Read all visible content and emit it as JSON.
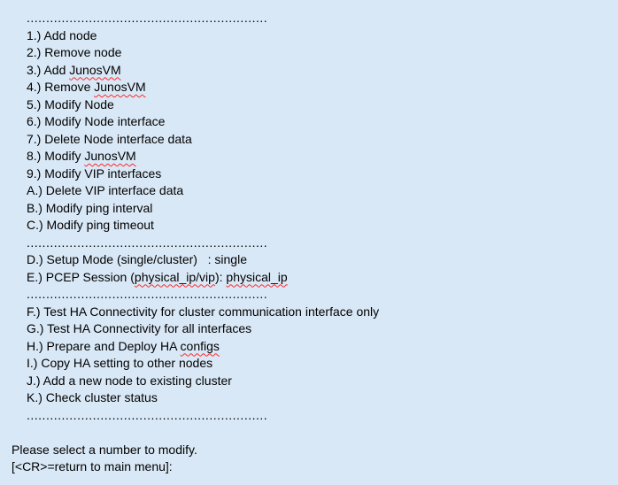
{
  "colors": {
    "background": "#d9e8f6",
    "text": "#000000",
    "squiggle": "#ff2a2a"
  },
  "terminal": {
    "title": "HA cluster configuration menu",
    "lines": [
      {
        "name": "separator-line",
        "indent": true,
        "separator": true,
        "segments": [
          {
            "t": ".............................................................."
          }
        ]
      },
      {
        "name": "menu-item-add-node",
        "indent": true,
        "segments": [
          {
            "t": "1.) Add node"
          }
        ]
      },
      {
        "name": "menu-item-remove-node",
        "indent": true,
        "segments": [
          {
            "t": "2.) Remove node"
          }
        ]
      },
      {
        "name": "menu-item-add-junosvm",
        "indent": true,
        "segments": [
          {
            "t": "3.) Add "
          },
          {
            "t": "JunosVM",
            "sp": true
          }
        ]
      },
      {
        "name": "menu-item-remove-junosvm",
        "indent": true,
        "segments": [
          {
            "t": "4.) Remove "
          },
          {
            "t": "JunosVM",
            "sp": true
          }
        ]
      },
      {
        "name": "menu-item-modify-node",
        "indent": true,
        "segments": [
          {
            "t": "5.) Modify Node"
          }
        ]
      },
      {
        "name": "menu-item-modify-node-interface",
        "indent": true,
        "segments": [
          {
            "t": "6.) Modify Node interface"
          }
        ]
      },
      {
        "name": "menu-item-delete-node-interface-data",
        "indent": true,
        "segments": [
          {
            "t": "7.) Delete Node interface data"
          }
        ]
      },
      {
        "name": "menu-item-modify-junosvm",
        "indent": true,
        "segments": [
          {
            "t": "8.) Modify "
          },
          {
            "t": "JunosVM",
            "sp": true
          }
        ]
      },
      {
        "name": "menu-item-modify-vip-interfaces",
        "indent": true,
        "segments": [
          {
            "t": "9.) Modify VIP interfaces"
          }
        ]
      },
      {
        "name": "menu-item-delete-vip-interface-data",
        "indent": true,
        "segments": [
          {
            "t": "A.) Delete VIP interface data"
          }
        ]
      },
      {
        "name": "menu-item-modify-ping-interval",
        "indent": true,
        "segments": [
          {
            "t": "B.) Modify ping interval"
          }
        ]
      },
      {
        "name": "menu-item-modify-ping-timeout",
        "indent": true,
        "segments": [
          {
            "t": "C.) Modify ping timeout"
          }
        ]
      },
      {
        "name": "separator-line",
        "indent": true,
        "separator": true,
        "segments": [
          {
            "t": ".............................................................."
          }
        ]
      },
      {
        "name": "menu-item-setup-mode",
        "indent": true,
        "segments": [
          {
            "t": "D.) Setup Mode (single/cluster)   : single"
          }
        ]
      },
      {
        "name": "menu-item-pcep-session",
        "indent": true,
        "segments": [
          {
            "t": "E.) PCEP Session ("
          },
          {
            "t": "physical_ip/vip",
            "sp": true
          },
          {
            "t": "): "
          },
          {
            "t": "physical_ip",
            "sp": true
          }
        ]
      },
      {
        "name": "separator-line",
        "indent": true,
        "separator": true,
        "segments": [
          {
            "t": ".............................................................."
          }
        ]
      },
      {
        "name": "menu-item-test-ha-cluster-comm",
        "indent": true,
        "segments": [
          {
            "t": "F.) Test HA Connectivity for cluster communication interface only"
          }
        ]
      },
      {
        "name": "menu-item-test-ha-all-interfaces",
        "indent": true,
        "segments": [
          {
            "t": "G.) Test HA Connectivity for all interfaces"
          }
        ]
      },
      {
        "name": "menu-item-prepare-deploy-ha-configs",
        "indent": true,
        "segments": [
          {
            "t": "H.) Prepare and Deploy HA "
          },
          {
            "t": "configs",
            "sp": true
          }
        ]
      },
      {
        "name": "menu-item-copy-ha-setting",
        "indent": true,
        "segments": [
          {
            "t": "I.) Copy HA setting to other nodes"
          }
        ]
      },
      {
        "name": "menu-item-add-new-node-existing-cluster",
        "indent": true,
        "segments": [
          {
            "t": "J.) Add a new node to existing cluster"
          }
        ]
      },
      {
        "name": "menu-item-check-cluster-status",
        "indent": true,
        "segments": [
          {
            "t": "K.) Check cluster status"
          }
        ]
      },
      {
        "name": "separator-line",
        "indent": true,
        "separator": true,
        "segments": [
          {
            "t": ".............................................................."
          }
        ]
      },
      {
        "name": "blank-line",
        "indent": false,
        "segments": []
      },
      {
        "name": "prompt-instruction",
        "indent": false,
        "segments": [
          {
            "t": "Please select a number to modify."
          }
        ]
      },
      {
        "name": "prompt-input-line",
        "indent": false,
        "prompt": true,
        "segments": [
          {
            "t": "[<CR>=return to main menu]:"
          }
        ]
      }
    ]
  }
}
